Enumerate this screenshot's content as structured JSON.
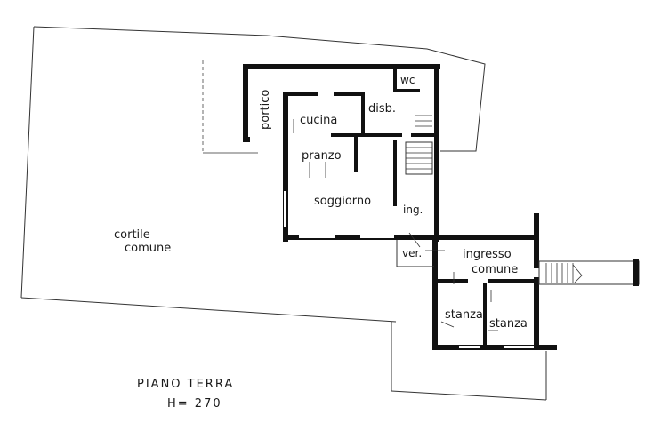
{
  "rooms": {
    "portico": "portico",
    "cucina": "cucina",
    "disb": "disb.",
    "wc": "wc",
    "pranzo": "pranzo",
    "soggiorno": "soggiorno",
    "ing": "ing.",
    "ver": "ver.",
    "ingresso": "ingresso",
    "comune": "comune",
    "stanza_left": "stanza",
    "stanza_right": "stanza"
  },
  "courtyard": {
    "line1": "cortile",
    "line2": "comune"
  },
  "title": {
    "floor": "PIANO  TERRA",
    "height": "H= 270"
  }
}
